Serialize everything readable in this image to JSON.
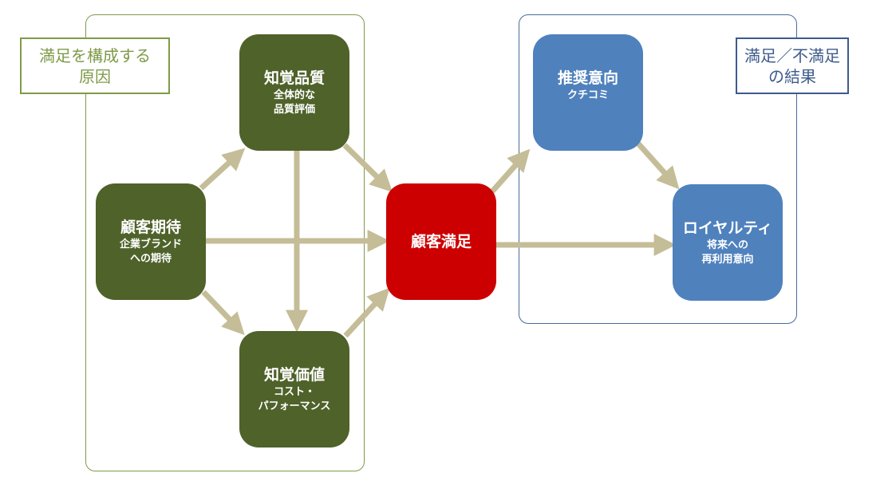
{
  "groups": {
    "causes_label_line1": "満足を構成する",
    "causes_label_line2": "原因",
    "results_label_line1": "満足／不満足",
    "results_label_line2": "の結果"
  },
  "nodes": {
    "perceived_quality": {
      "title": "知覚品質",
      "sub1": "全体的な",
      "sub2": "品質評価"
    },
    "customer_expectation": {
      "title": "顧客期待",
      "sub1": "企業ブランド",
      "sub2": "への期待"
    },
    "perceived_value": {
      "title": "知覚価値",
      "sub1": "コスト・",
      "sub2": "パフォーマンス"
    },
    "customer_satisfaction": {
      "title": "顧客満足"
    },
    "recommendation": {
      "title": "推奨意向",
      "sub1": "クチコミ"
    },
    "loyalty": {
      "title": "ロイヤルティ",
      "sub1": "将来への",
      "sub2": "再利用意向"
    }
  },
  "colors": {
    "arrow": "#c4bd97",
    "cause_node": "#4f622a",
    "result_node": "#4f81bd",
    "satisfaction_node": "#cc0000"
  }
}
